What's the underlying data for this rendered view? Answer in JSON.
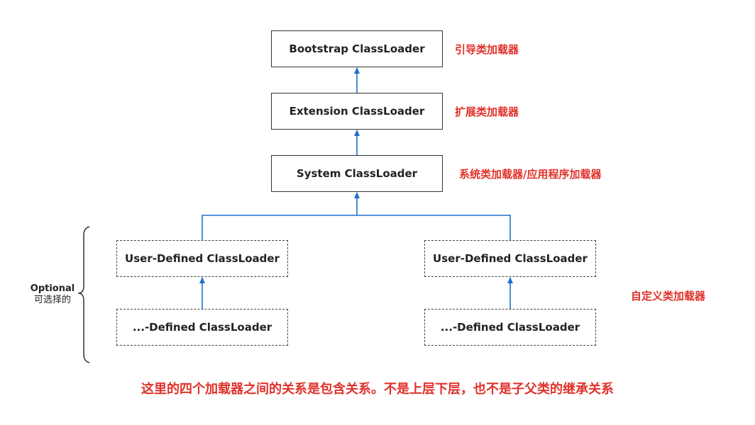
{
  "nodes": {
    "bootstrap": {
      "label": "Bootstrap ClassLoader",
      "note": "引导类加载器"
    },
    "extension": {
      "label": "Extension ClassLoader",
      "note": "扩展类加载器"
    },
    "system": {
      "label": "System ClassLoader",
      "note": "系统类加载器/应用程序加载器"
    },
    "user_left": {
      "label": "User-Defined ClassLoader"
    },
    "user_right": {
      "label": "User-Defined ClassLoader"
    },
    "sub_left": {
      "label": "...-Defined ClassLoader"
    },
    "sub_right": {
      "label": "...-Defined ClassLoader"
    }
  },
  "custom_note": "自定义类加载器",
  "optional": {
    "en": "Optional",
    "zh": "可选择的"
  },
  "footer": "这里的四个加载器之间的关系是包含关系。不是上层下层，也不是子父类的继承关系",
  "colors": {
    "arrow": "#1f6fcf",
    "note": "#e0312a",
    "border": "#333333"
  }
}
